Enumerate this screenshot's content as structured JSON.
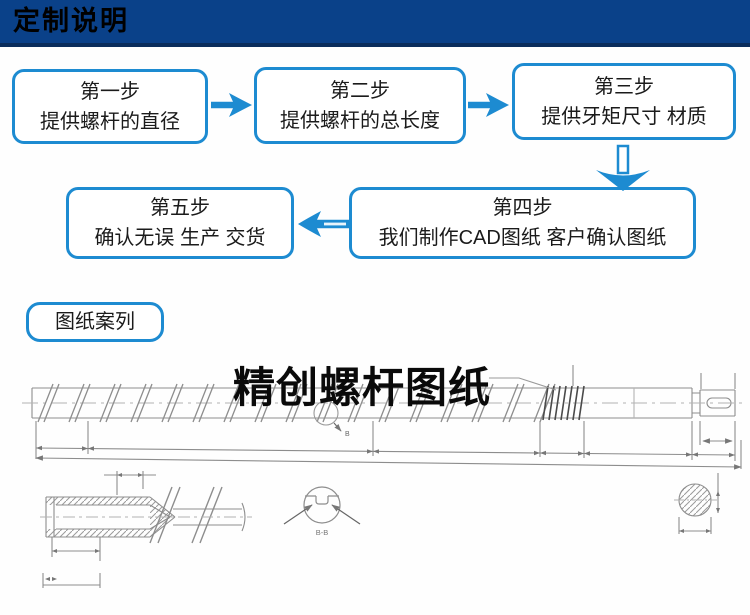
{
  "header": {
    "title": "定制说明"
  },
  "colors": {
    "header_bg": "#0a4189",
    "header_underline": "#0a2d5c",
    "accent": "#1d8bd1",
    "drawing_line": "#8d8d8d"
  },
  "flow_steps": [
    {
      "title": "第一步",
      "desc": "提供螺杆的直径"
    },
    {
      "title": "第二步",
      "desc": "提供螺杆的总长度"
    },
    {
      "title": "第三步",
      "desc": "提供牙矩尺寸 材质"
    },
    {
      "title": "第四步",
      "desc": "我们制作CAD图纸 客户确认图纸"
    },
    {
      "title": "第五步",
      "desc": "确认无误 生产 交货"
    }
  ],
  "drawing": {
    "label": "图纸案列",
    "watermark": "精创螺杆图纸",
    "section_mark": "B",
    "section_label": "B-B"
  }
}
